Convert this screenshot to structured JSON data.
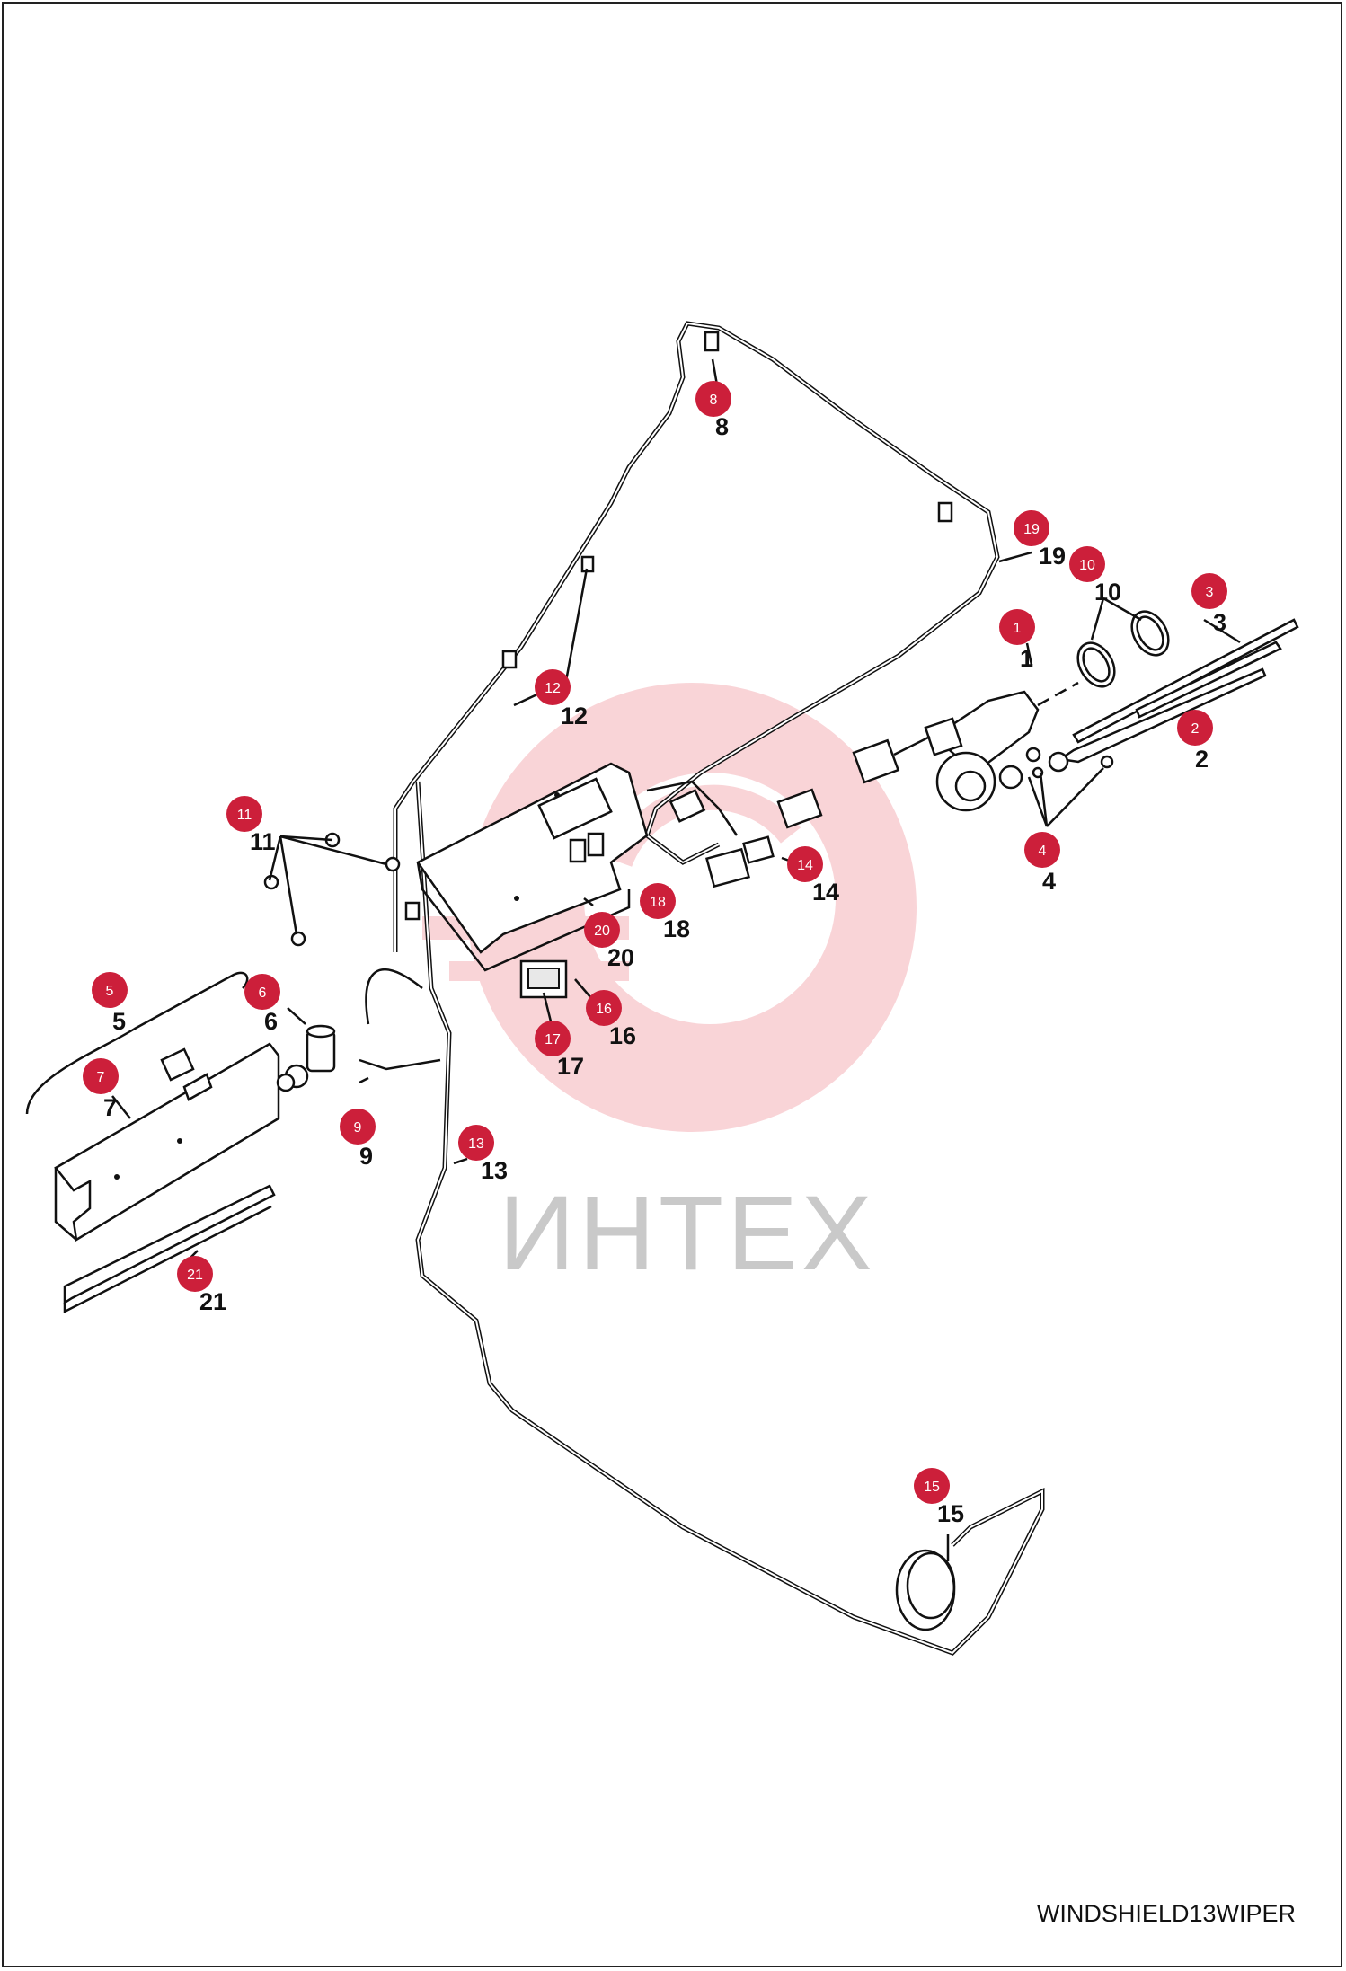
{
  "watermark": {
    "text": "ИНТЕХ",
    "color": "#e5404f"
  },
  "drawing_code": "WINDSHIELD13WIPER",
  "badge_color": "#cc1f3a",
  "callouts": [
    {
      "id": "1",
      "label": "1"
    },
    {
      "id": "2",
      "label": "2"
    },
    {
      "id": "3",
      "label": "3"
    },
    {
      "id": "4",
      "label": "4"
    },
    {
      "id": "5",
      "label": "5"
    },
    {
      "id": "6",
      "label": "6"
    },
    {
      "id": "7",
      "label": "7"
    },
    {
      "id": "8",
      "label": "8"
    },
    {
      "id": "9",
      "label": "9"
    },
    {
      "id": "10",
      "label": "10"
    },
    {
      "id": "11",
      "label": "11"
    },
    {
      "id": "12",
      "label": "12"
    },
    {
      "id": "13",
      "label": "13"
    },
    {
      "id": "14",
      "label": "14"
    },
    {
      "id": "15",
      "label": "15"
    },
    {
      "id": "16",
      "label": "16"
    },
    {
      "id": "17",
      "label": "17"
    },
    {
      "id": "18",
      "label": "18"
    },
    {
      "id": "19",
      "label": "19"
    },
    {
      "id": "20",
      "label": "20"
    },
    {
      "id": "21",
      "label": "21"
    }
  ]
}
